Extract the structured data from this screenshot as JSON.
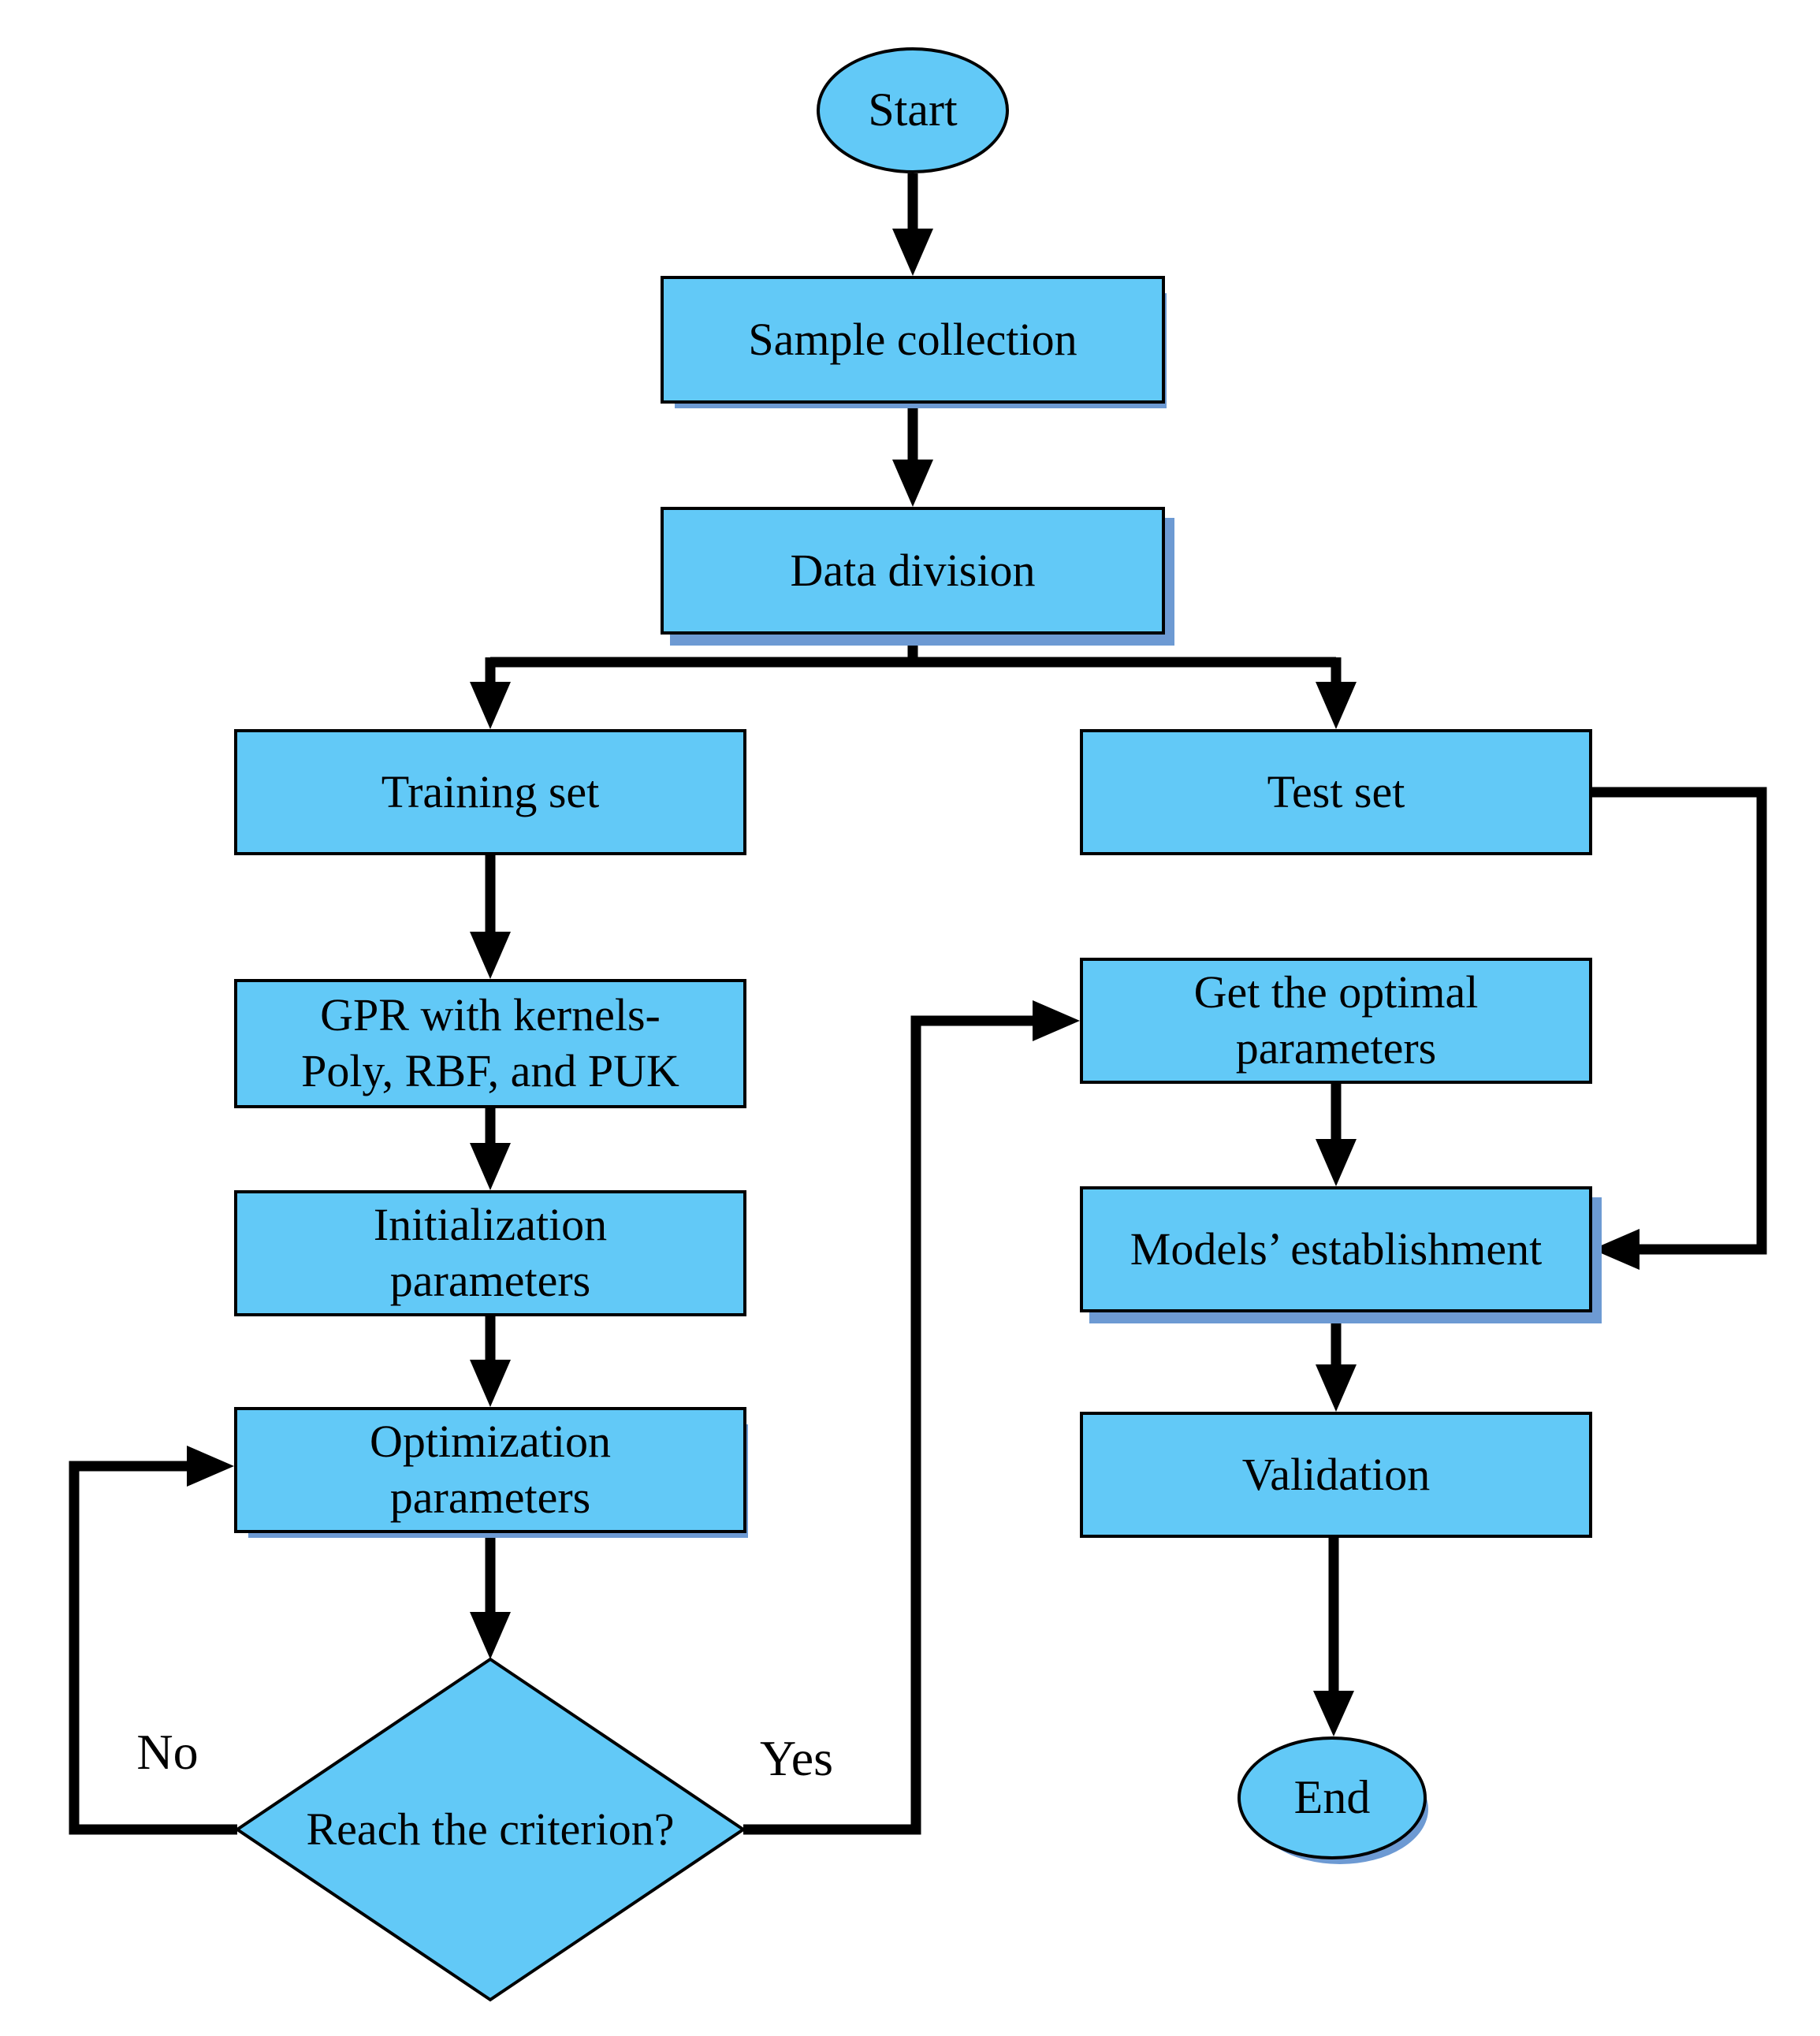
{
  "colors": {
    "background": "#ffffff",
    "node-fill": "#62c9f7",
    "node-border": "#000000",
    "connector": "#000000",
    "shadow": "#6d9ad3",
    "text": "#000000"
  },
  "flowchart": {
    "nodes": {
      "start": {
        "label": "Start",
        "shape": "ellipse"
      },
      "sample_collection": {
        "label": "Sample collection",
        "shape": "process"
      },
      "data_division": {
        "label": "Data division",
        "shape": "process"
      },
      "training_set": {
        "label": "Training set",
        "shape": "process"
      },
      "test_set": {
        "label": "Test set",
        "shape": "process"
      },
      "gpr_kernels": {
        "label": "GPR with kernels-\nPoly, RBF, and PUK",
        "shape": "process"
      },
      "initialization_parameters": {
        "label": "Initialization\nparameters",
        "shape": "process"
      },
      "optimization_parameters": {
        "label": "Optimization\nparameters",
        "shape": "process"
      },
      "reach_criterion": {
        "label": "Reach the criterion?",
        "shape": "decision"
      },
      "get_optimal_parameters": {
        "label": "Get the optimal\nparameters",
        "shape": "process"
      },
      "models_establishment": {
        "label": "Models’ establishment",
        "shape": "process"
      },
      "validation": {
        "label": "Validation",
        "shape": "process"
      },
      "end": {
        "label": "End",
        "shape": "ellipse"
      }
    },
    "edge_labels": {
      "no": "No",
      "yes": "Yes"
    }
  }
}
